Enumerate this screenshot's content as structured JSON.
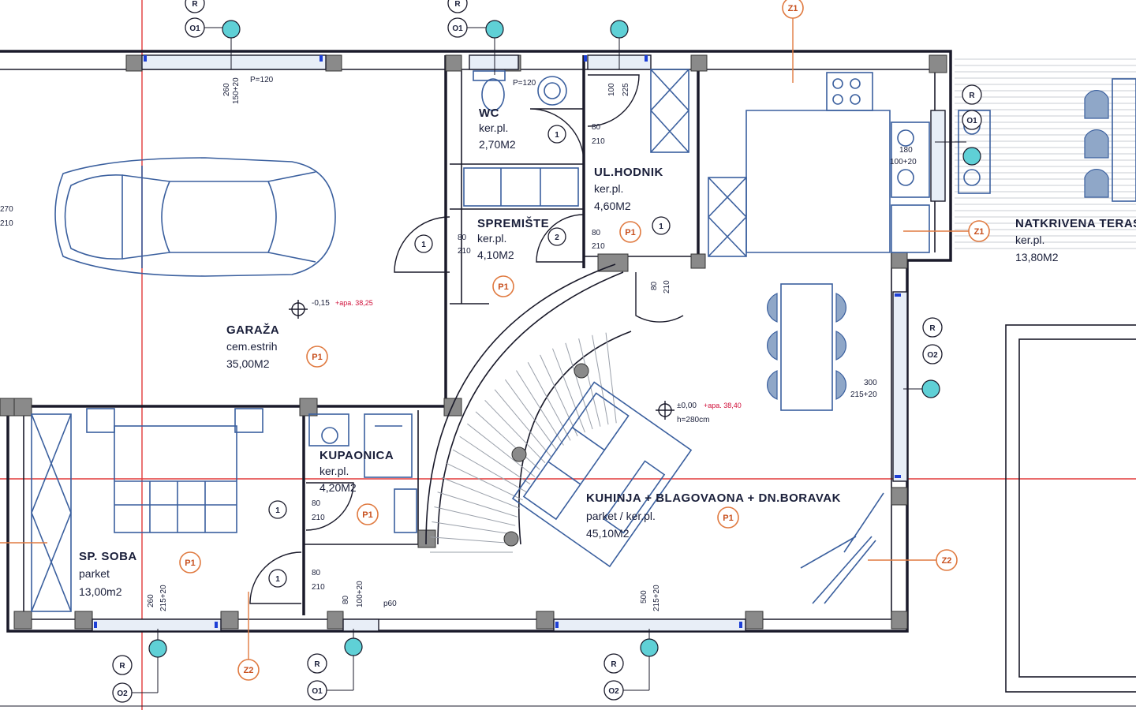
{
  "rooms": {
    "garage": {
      "name": "GARAŽA",
      "floor": "cem.estrih",
      "area": "35,00M2"
    },
    "wc": {
      "name": "WC",
      "floor": "ker.pl.",
      "area": "2,70M2"
    },
    "storage": {
      "name": "SPREMIŠTE",
      "floor": "ker.pl.",
      "area": "4,10M2"
    },
    "hall": {
      "name": "UL.HODNIK",
      "floor": "ker.pl.",
      "area": "4,60M2"
    },
    "bathroom": {
      "name": "KUPAONICA",
      "floor": "ker.pl.",
      "area": "4,20M2"
    },
    "bedroom": {
      "name": "SP. SOBA",
      "floor": "parket",
      "area": "13,00m2"
    },
    "living": {
      "name": "KUHINJA + BLAGOVAONA + DN.BORAVAK",
      "floor": "parket / ker.pl.",
      "area": "45,10M2"
    },
    "terrace": {
      "name": "NATKRIVENA TERASA",
      "floor": "ker.pl.",
      "area": "13,80M2"
    }
  },
  "floor_tags": {
    "p1": "P1"
  },
  "elevation_tags": {
    "z1": "Z1",
    "z2": "Z2"
  },
  "window_ids": {
    "o1": "O1",
    "o2": "O2",
    "r": "R"
  },
  "door_ids": {
    "d1": "1",
    "d2": "2"
  },
  "dimensions": {
    "win_top_left": "260",
    "win_top_left_b": "150+20",
    "p120": "P=120",
    "wc_door": "80",
    "wc_door_h": "210",
    "hall_door": "100",
    "hall_door_h": "225",
    "stor_door": "80",
    "stor_door_h": "210",
    "hall_door2": "80",
    "hall_door2_h": "210",
    "stair_door": "80",
    "stair_door_h": "210",
    "garage_dim_a": "270",
    "garage_dim_b": "210",
    "terrace_win": "180",
    "terrace_win_b": "100+20",
    "east_win": "300",
    "east_win_b": "215+20",
    "bath_door": "80",
    "bath_door_h": "210",
    "bed_door": "80",
    "bed_door_h": "210",
    "bed_win": "260",
    "bed_win_b": "215+20",
    "south_win_a": "80",
    "south_win_a_b": "100+20",
    "p60": "p60",
    "south_win_b": "500",
    "south_win_b_b": "215+20"
  },
  "levels": {
    "garage_level": "-0,15",
    "garage_note": "+apa. 38,25",
    "living_level": "±0,00",
    "living_note": "+apa. 38,40",
    "living_sub": "h=280cm"
  },
  "colors": {
    "wall": "#1a1a2a",
    "furniture": "#3a5f9e",
    "grid": "#e23a3a",
    "tag": "#e07a40",
    "window_marker": "#5fd0d6"
  }
}
